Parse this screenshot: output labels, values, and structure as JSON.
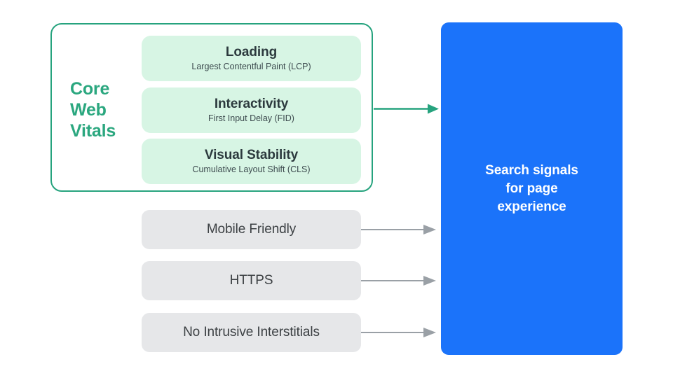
{
  "diagram": {
    "title_text_absent": "",
    "core_web_vitals": {
      "label_lines": [
        "Core",
        "Web",
        "Vitals"
      ],
      "label_color": "#2BA77F",
      "border_color": "#26A37E",
      "card_bg": "#D7F5E4",
      "metrics": [
        {
          "title": "Loading",
          "subtitle": "Largest Contentful Paint (LCP)"
        },
        {
          "title": "Interactivity",
          "subtitle": "First Input Delay (FID)"
        },
        {
          "title": "Visual Stability",
          "subtitle": "Cumulative Layout Shift (CLS)"
        }
      ]
    },
    "other_signals": {
      "card_bg": "#E6E7E9",
      "items": [
        {
          "label": "Mobile Friendly"
        },
        {
          "label": "HTTPS"
        },
        {
          "label": "No Intrusive Interstitials"
        }
      ]
    },
    "destination": {
      "bg_color": "#1B73FA",
      "text_color": "#FFFFFF",
      "lines": [
        "Search signals",
        "for page",
        "experience"
      ]
    },
    "arrows": [
      {
        "name": "core-web-vitals-arrow",
        "color": "#26A37E",
        "from": "core-web-vitals-group",
        "to": "search-signals-box"
      },
      {
        "name": "mobile-friendly-arrow",
        "color": "#9AA0A6",
        "from": "mobile-friendly-card",
        "to": "search-signals-box"
      },
      {
        "name": "https-arrow",
        "color": "#9AA0A6",
        "from": "https-card",
        "to": "search-signals-box"
      },
      {
        "name": "no-intrusive-interstitials-arrow",
        "color": "#9AA0A6",
        "from": "no-intrusive-interstitials-card",
        "to": "search-signals-box"
      }
    ]
  }
}
